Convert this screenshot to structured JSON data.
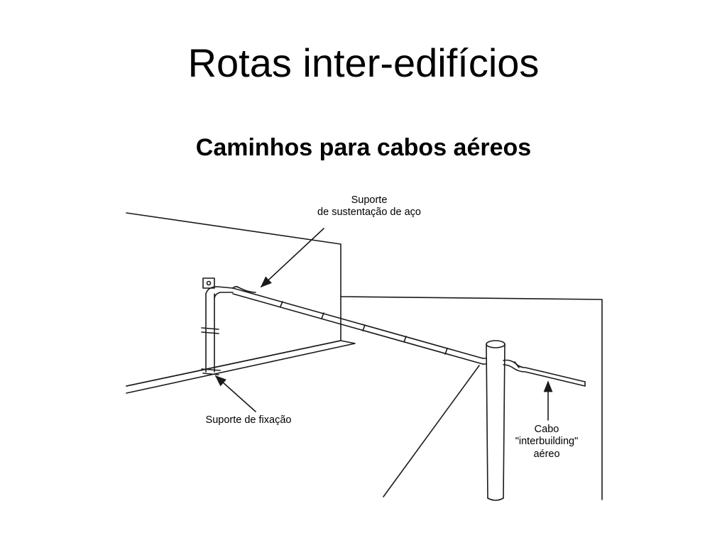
{
  "slide": {
    "title": "Rotas inter-edifícios",
    "subtitle": "Caminhos para cabos aéreos"
  },
  "diagram": {
    "callouts": {
      "steel_support": [
        "Suporte",
        "de sustentação de aço"
      ],
      "fixing_support": "Suporte de fixação",
      "aerial_cable": [
        "Cabo",
        "\"interbuilding\"",
        "aéreo"
      ]
    },
    "colors": {
      "line": "#1a1a1a",
      "background": "#ffffff"
    }
  }
}
